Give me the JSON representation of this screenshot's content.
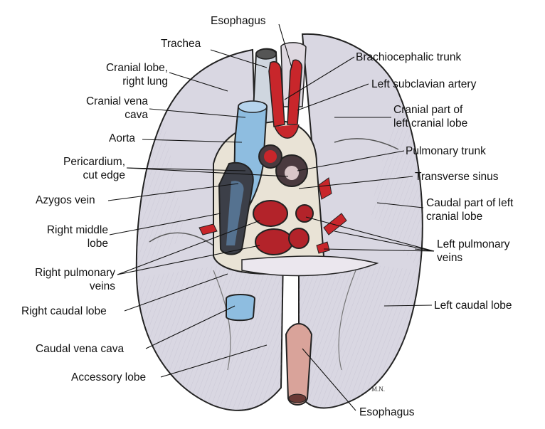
{
  "labels": {
    "esophagus_top": "Esophagus",
    "trachea": "Trachea",
    "cranial_lobe_right_lung": "Cranial lobe,\nright lung",
    "cranial_vena_cava": "Cranial vena\ncava",
    "aorta": "Aorta",
    "pericardium_cut_edge": "Pericardium,\ncut edge",
    "azygos_vein": "Azygos vein",
    "right_middle_lobe": "Right middle\nlobe",
    "right_pulmonary_veins": "Right pulmonary\nveins",
    "right_caudal_lobe": "Right caudal lobe",
    "caudal_vena_cava": "Caudal vena cava",
    "accessory_lobe": "Accessory lobe",
    "esophagus_bottom": "Esophagus",
    "brachiocephalic_trunk": "Brachiocephalic trunk",
    "left_subclavian_artery": "Left subclavian artery",
    "cranial_part_left_cranial_lobe": "Cranial part of\nleft cranial lobe",
    "pulmonary_trunk": "Pulmonary trunk",
    "transverse_sinus": "Transverse sinus",
    "caudal_part_left_cranial_lobe": "Caudal part of left\ncranial lobe",
    "left_pulmonary_veins": "Left pulmonary\nveins",
    "left_caudal_lobe": "Left caudal lobe"
  },
  "signature": "M.N.",
  "colors": {
    "lung": "#d9d7e2",
    "lung_shade": "#b9b5c6",
    "vein": "#8ebde0",
    "artery": "#c8262b",
    "esophagus": "#d9a39a",
    "pericardium": "#e9e3d6"
  }
}
